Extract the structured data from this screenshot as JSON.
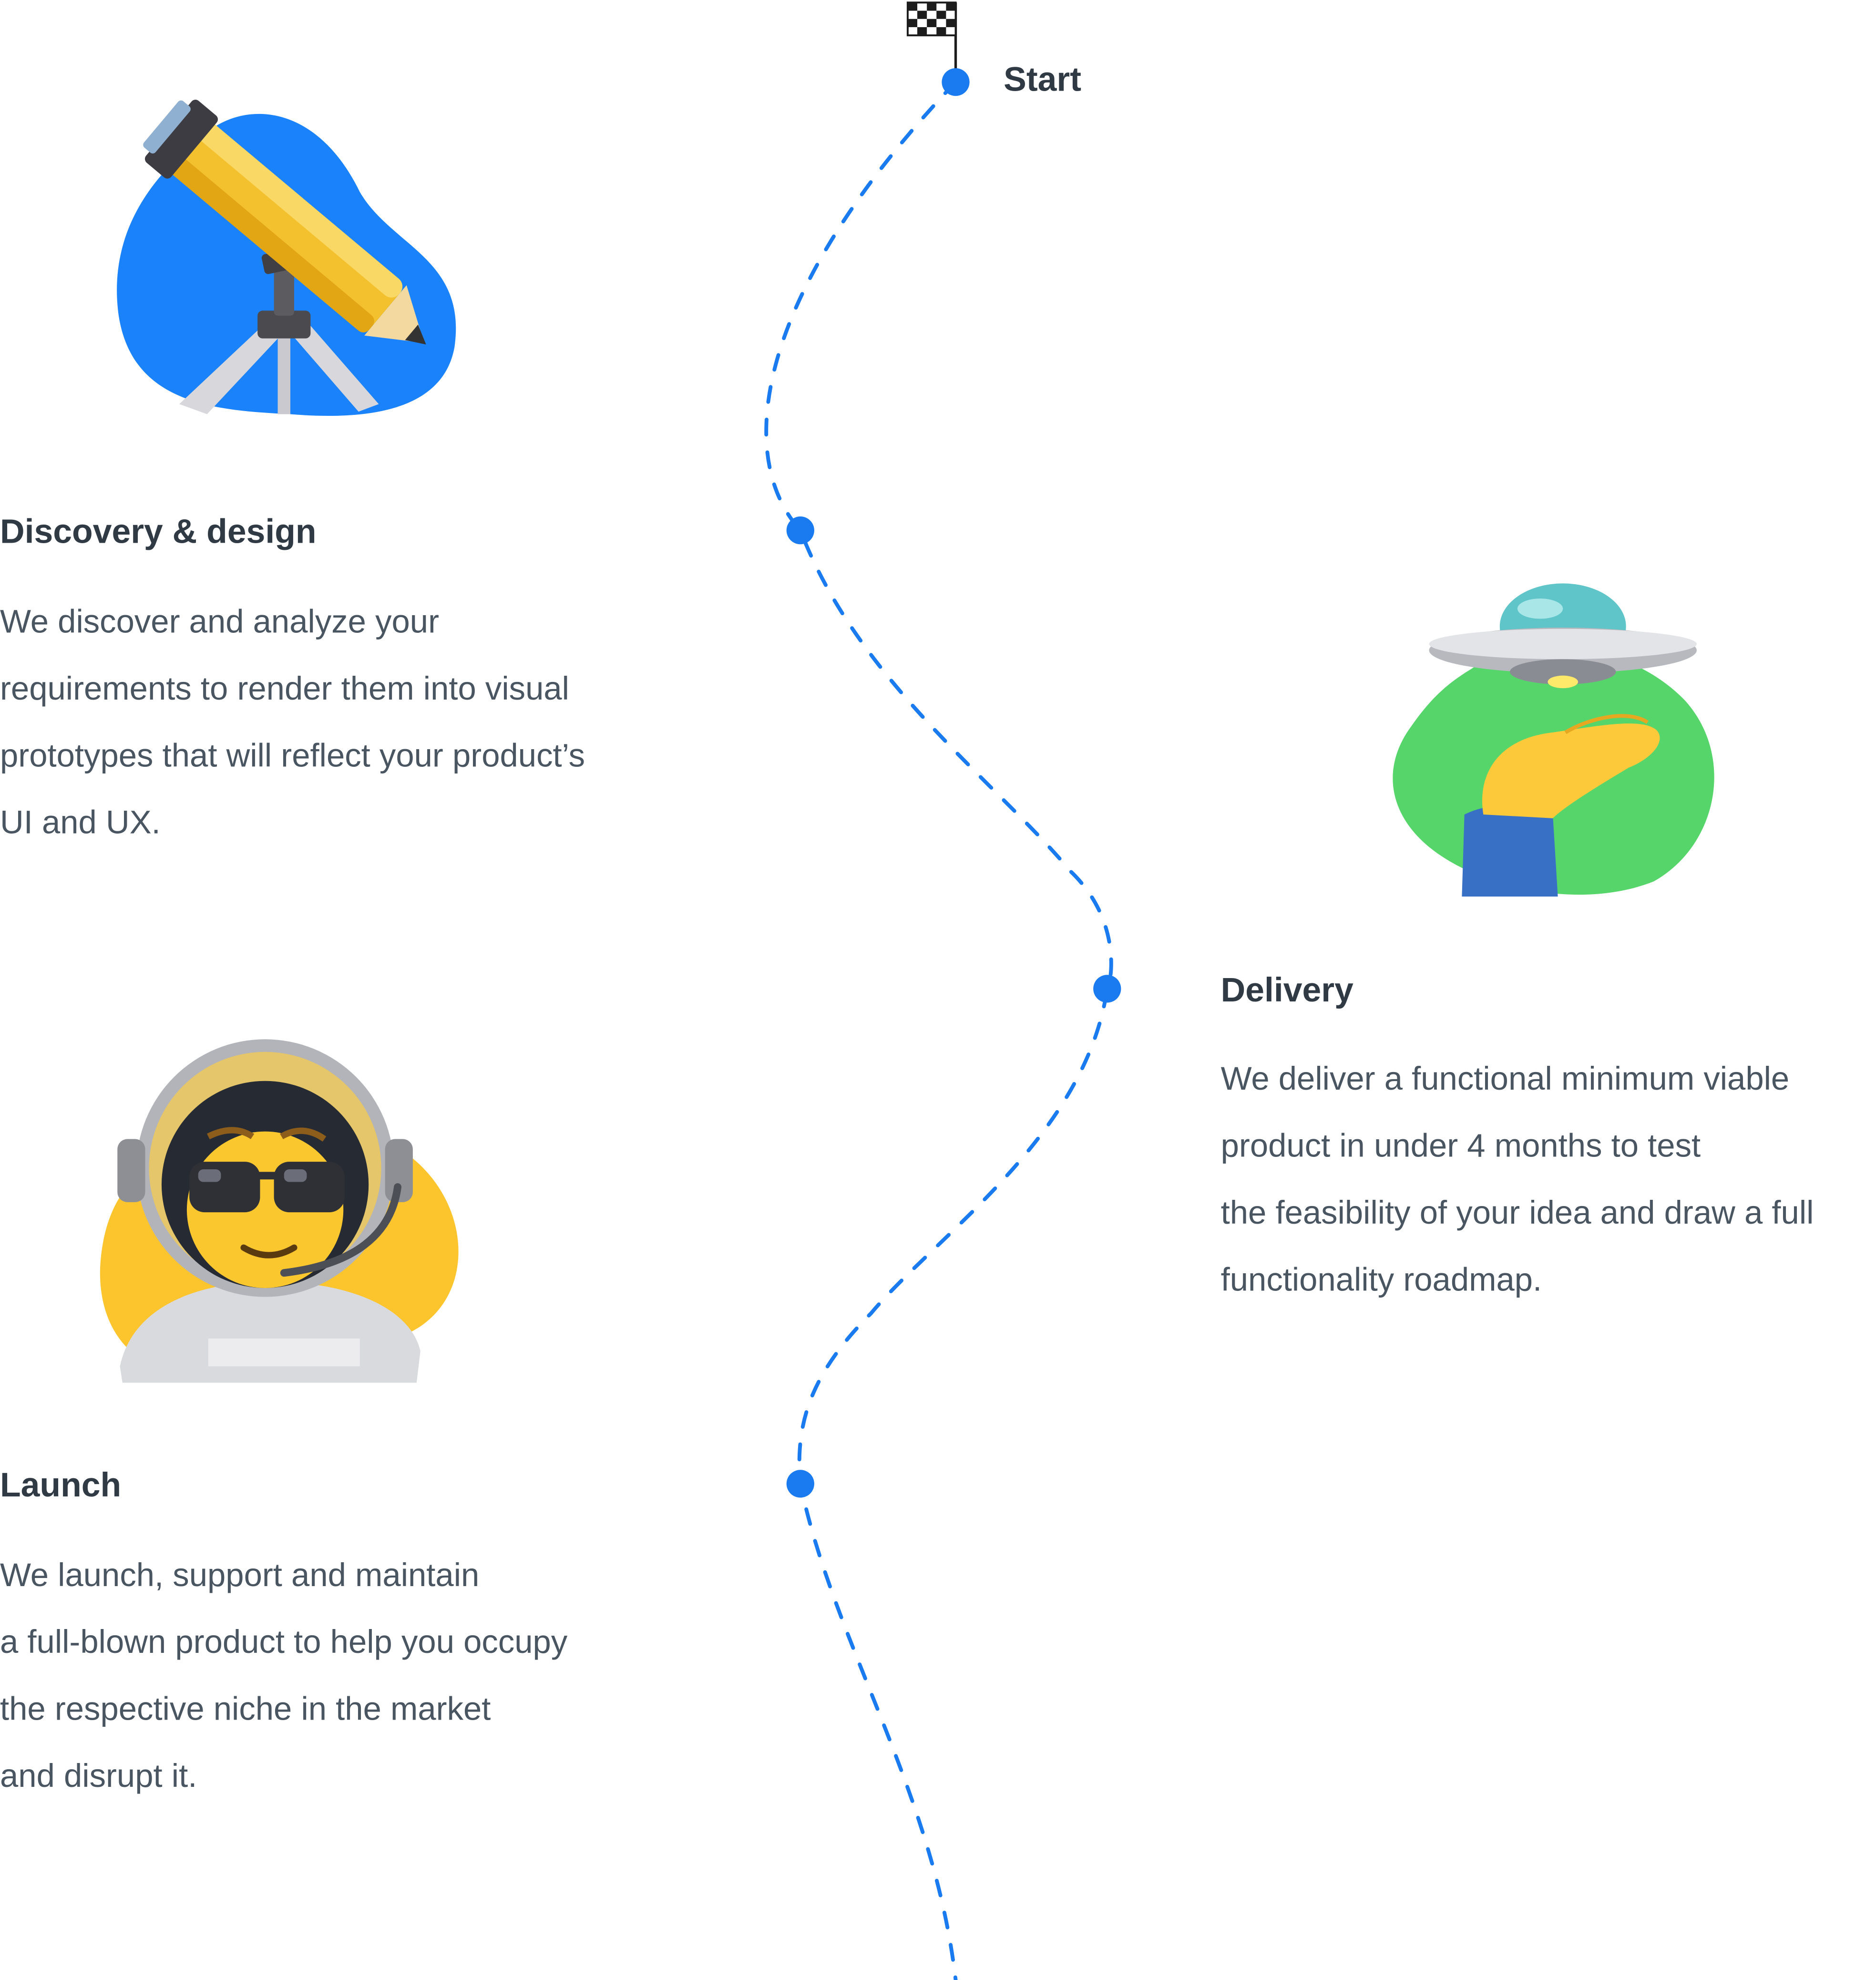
{
  "start": {
    "label": "Start"
  },
  "steps": [
    {
      "title": "Discovery & design",
      "lines": [
        "We discover and analyze your",
        "requirements to render them into visual",
        "prototypes that will reflect your product’s",
        "UI and UX."
      ],
      "illustration": "telescope-illustration",
      "blob_color": "#1a82fb"
    },
    {
      "title": "Delivery",
      "lines": [
        "We deliver a functional minimum viable",
        "product in under 4 months to test",
        "the feasibility of your idea and draw a full",
        "functionality roadmap."
      ],
      "illustration": "ufo-hand-illustration",
      "blob_color": "#56d66a"
    },
    {
      "title": "Launch",
      "lines": [
        "We launch, support and maintain",
        "a full-blown product to help you occupy",
        "the respective niche in the market",
        "and disrupt it."
      ],
      "illustration": "astronaut-illustration",
      "blob_color": "#fdc52d"
    }
  ],
  "colors": {
    "accent": "#1a7bf0",
    "heading": "#303a45",
    "body_text": "#4a5562"
  }
}
